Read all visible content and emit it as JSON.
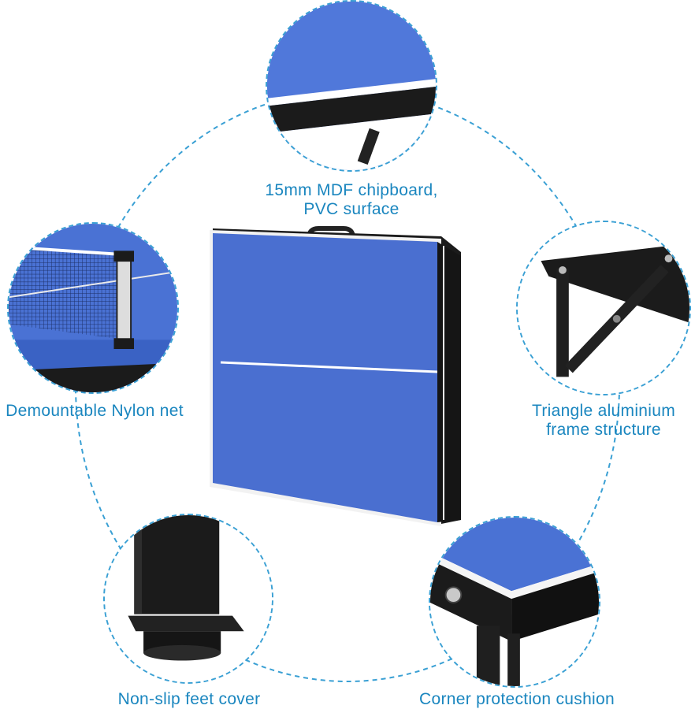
{
  "features": {
    "top": {
      "label_line1": "15mm MDF chipboard,",
      "label_line2": "PVC surface"
    },
    "left": {
      "label": "Demountable Nylon net"
    },
    "right": {
      "label_line1": "Triangle aluminium",
      "label_line2": "frame structure"
    },
    "bottom_left": {
      "label": "Non-slip feet cover"
    },
    "bottom_right": {
      "label": "Corner protection cushion"
    }
  },
  "colors": {
    "table_blue": "#4a6fd0",
    "table_blue_dark": "#3a5bbd",
    "frame_black": "#1b1b1b",
    "dash_line": "#3aa0d4",
    "label_text": "#1a86bf"
  }
}
